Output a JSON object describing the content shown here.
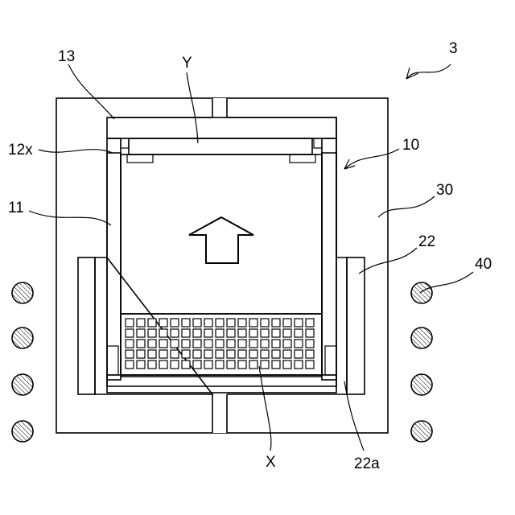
{
  "labels": {
    "ref_3": "3",
    "ref_13": "13",
    "ref_y": "Y",
    "ref_12x": "12x",
    "ref_10": "10",
    "ref_30": "30",
    "ref_11": "11",
    "ref_22": "22",
    "ref_40": "40",
    "ref_x": "X",
    "ref_22a": "22a"
  },
  "colors": {
    "line": "#000000",
    "background": "#ffffff",
    "coil": "#c8c8c8"
  },
  "icons": {
    "arrow": "up-arrow-icon",
    "coil": "coil-circle-icon"
  }
}
